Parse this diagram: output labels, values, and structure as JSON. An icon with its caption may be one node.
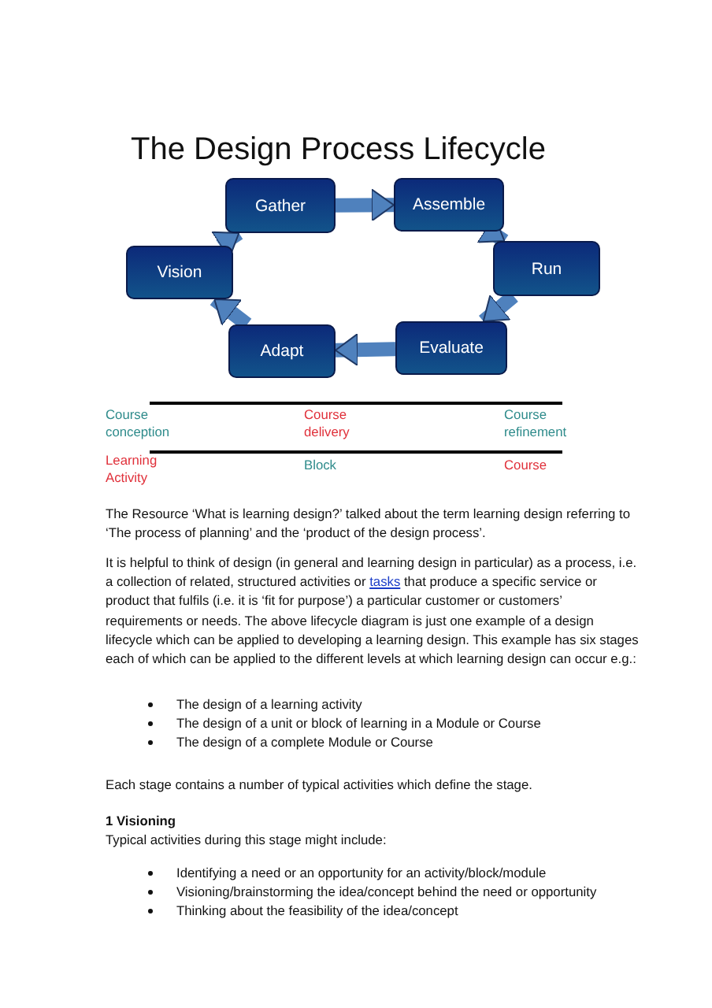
{
  "diagram": {
    "title": "The Design Process Lifecycle",
    "nodes": [
      {
        "text": [
          "Gather"
        ]
      },
      {
        "text": [
          "Assemble"
        ]
      },
      {
        "text": [
          "Run"
        ]
      },
      {
        "text": [
          "Evaluate"
        ]
      },
      {
        "text": [
          "Adapt"
        ]
      },
      {
        "text": [
          "Vision"
        ]
      }
    ],
    "edges": [
      {
        "from": 0,
        "to": 1,
        "arrow": "to"
      },
      {
        "from": 1,
        "to": 2,
        "arrow": "to"
      },
      {
        "from": 2,
        "to": 3,
        "arrow": "to"
      },
      {
        "from": 3,
        "to": 4,
        "arrow": "to"
      },
      {
        "from": 4,
        "to": 5,
        "arrow": "to"
      },
      {
        "from": 5,
        "to": 0,
        "arrow": "to"
      }
    ],
    "labels": [
      "Course conception",
      "Course delivery",
      "Course refinement",
      "Learning Activity",
      "Block",
      "Course",
      "The Resource ‘What is learning design?’ talked about the term learning design referring to ‘The process of planning’ and the ‘product of the design process’.",
      "It is helpful to think of design (in general and learning design in particular) as a process, i.e. a collection of related, structured activities or",
      "tasks",
      "that produce a specific service or product that fulfils (i.e. it is ‘fit for purpose’) a particular customer or customers’ requirements or needs. The above lifecycle diagram is just one example of a design lifecycle which can be applied to developing a learning design. This example has six stages each of which can be applied to the different levels at which learning design can occur e.g.:",
      "The design of a learning activity",
      "The design of a unit or block of learning in a Module or Course",
      "The design of a complete Module or Course",
      "Each stage contains a number of typical activities which define the stage.",
      "1 Visioning",
      "Typical activities during this stage might include:",
      "Identifying a need or an opportunity for an activity/block/module",
      "Visioning/brainstorming the idea/concept behind the need or opportunity",
      "Thinking about the feasibility of the idea/concept"
    ]
  }
}
